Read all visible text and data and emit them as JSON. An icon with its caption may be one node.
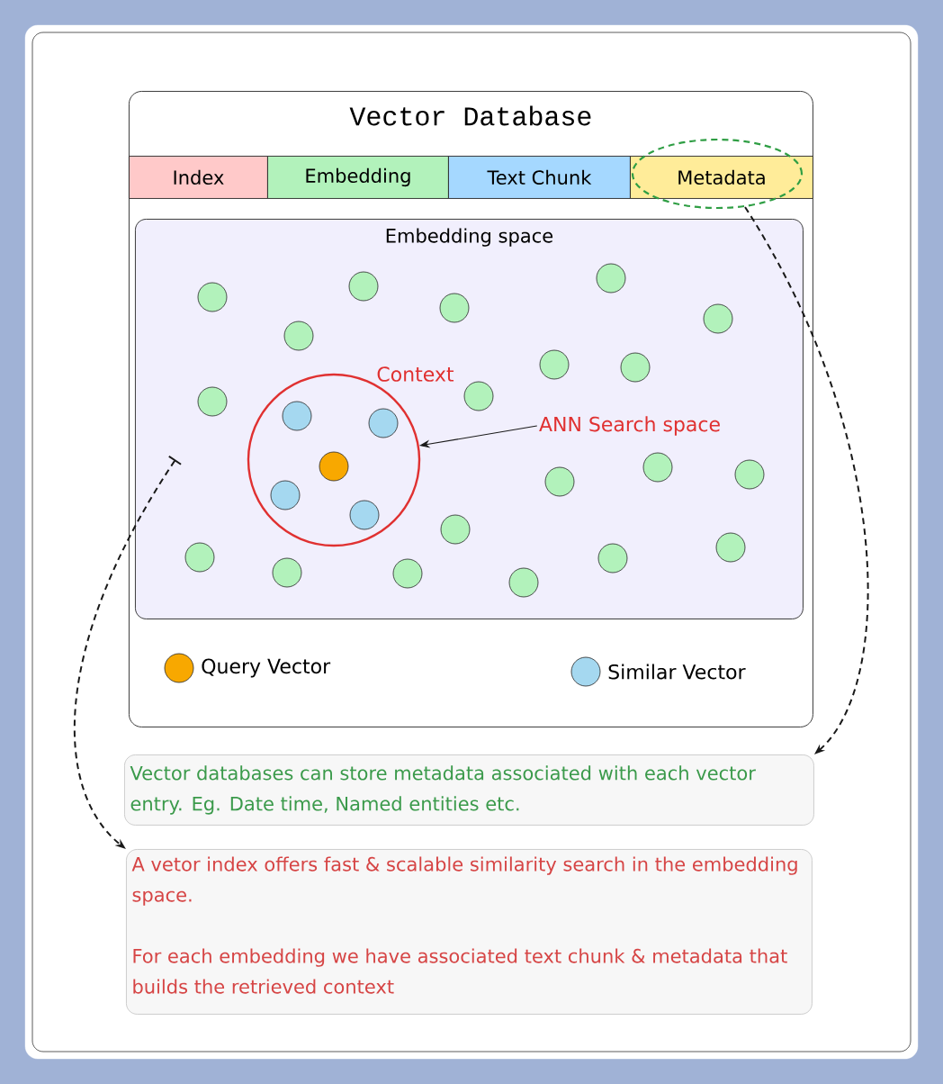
{
  "diagram": {
    "nodes": [
      {
        "text": [
          "Vector Database"
        ]
      },
      {
        "text": [
          "Index"
        ],
        "in": 0
      },
      {
        "text": [
          "Embedding"
        ],
        "in": 0
      },
      {
        "text": [
          "Text Chunk"
        ],
        "in": 0
      },
      {
        "text": [
          "Metadata"
        ],
        "in": 0
      },
      {
        "text": [],
        "shape": "ellipse",
        "in": 0
      },
      {
        "text": [
          "Embedding space"
        ],
        "in": 0
      },
      {
        "text": [
          "Context"
        ],
        "in": 6
      },
      {
        "text": [
          "ANN Search space"
        ],
        "in": 6
      },
      {
        "text": [
          "Vector databases can store metadata associated with each vector entry. Eg. Date time, Named entities etc."
        ]
      },
      {
        "text": [
          "A vetor index offers fast & scalable similarity search in the embedding space.",
          "For each embedding we have associated text chunk & metadata that builds the retrieved context"
        ]
      }
    ],
    "edges": [
      {
        "from": 5,
        "to": 9,
        "arrow": "to",
        "style": "dashed"
      },
      {
        "from": 6,
        "to": 10,
        "arrow": "to",
        "style": "dashed"
      },
      {
        "from": 8,
        "to": 7,
        "arrow": "to"
      }
    ],
    "legend": [
      {
        "text": "Query Vector",
        "color": "#f8a800"
      },
      {
        "text": "Similar Vector",
        "color": "#a5d8f0"
      }
    ]
  }
}
